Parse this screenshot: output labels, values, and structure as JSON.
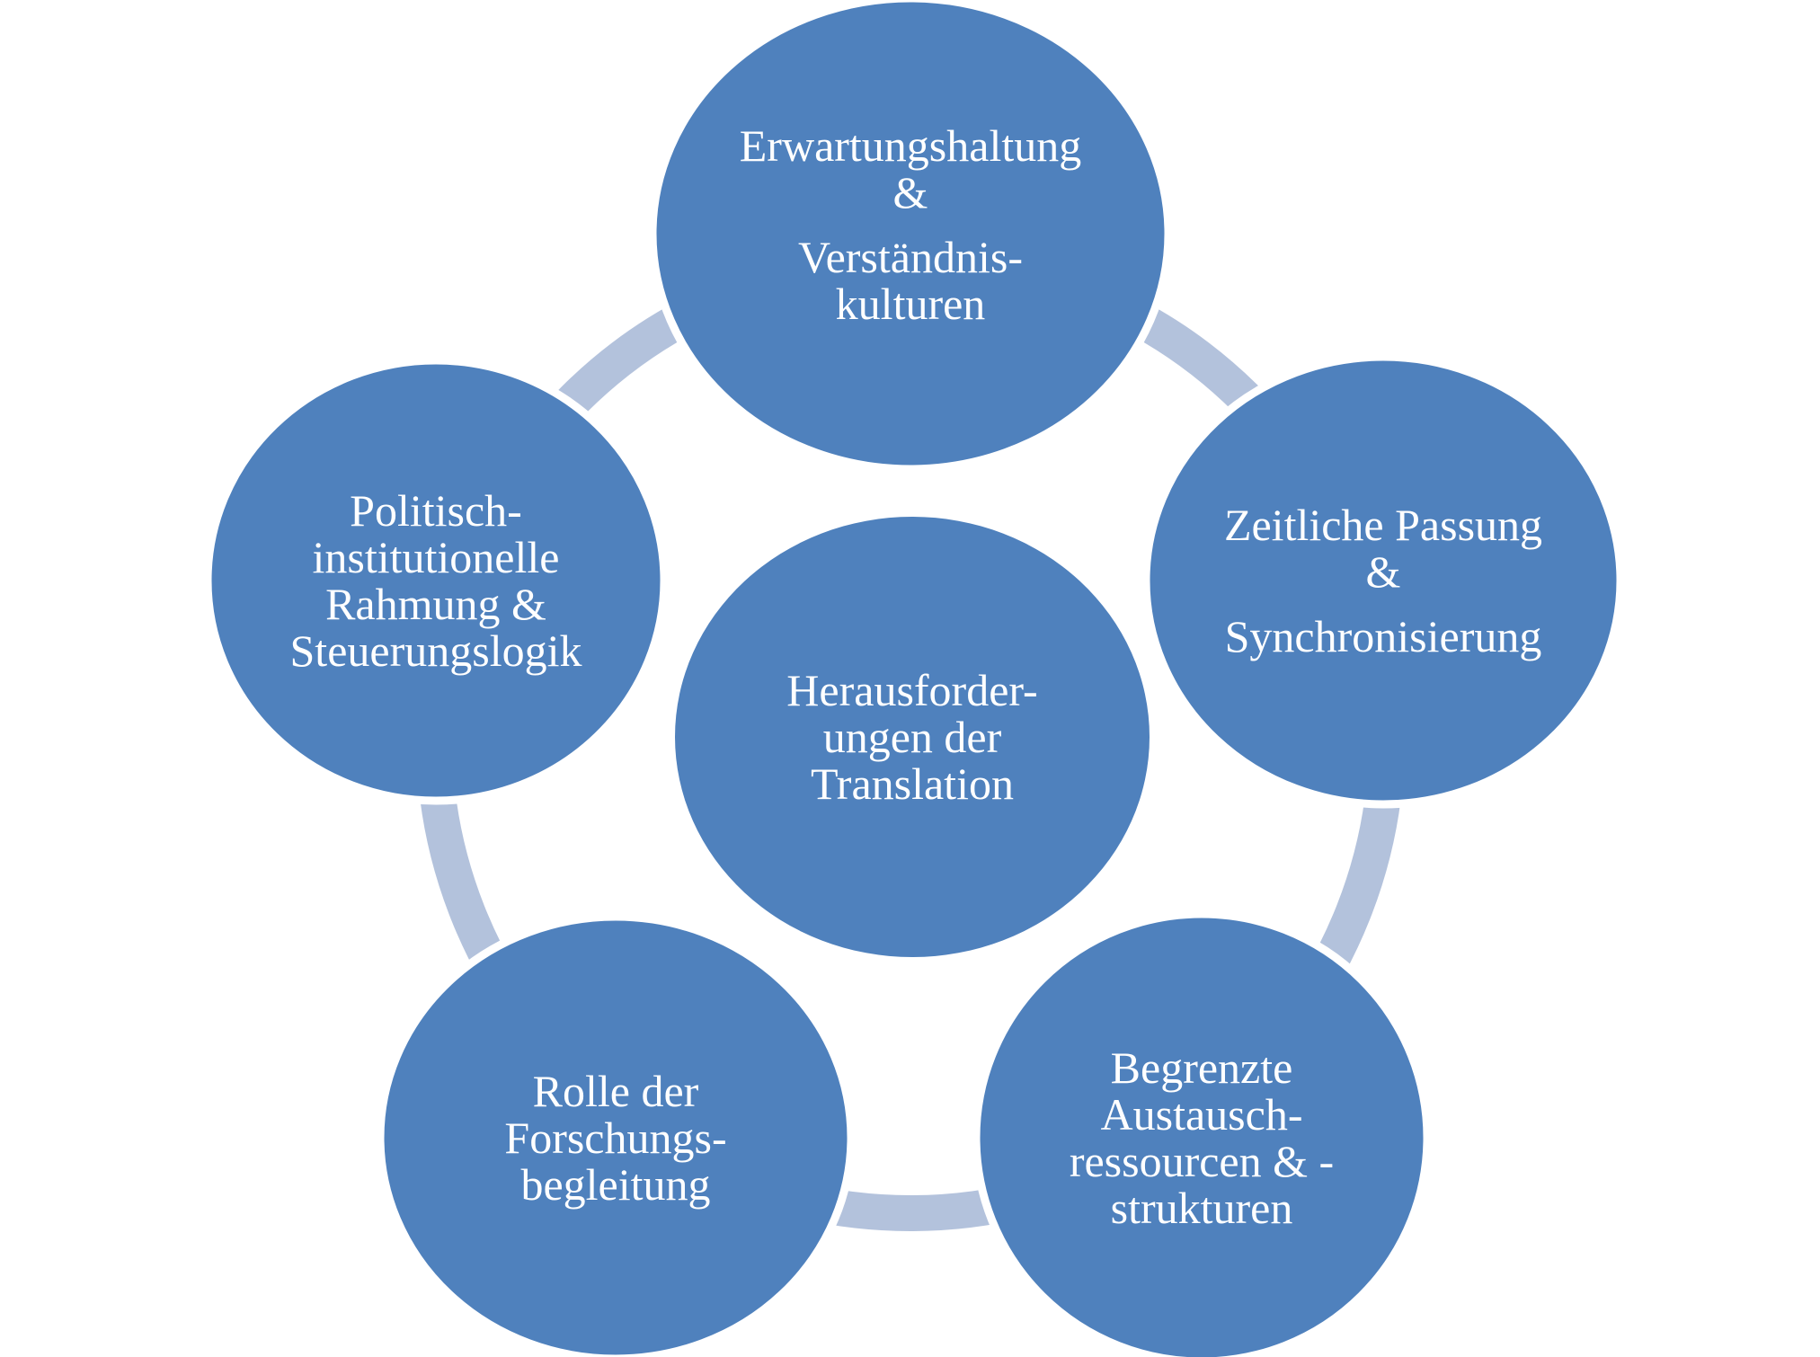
{
  "colors": {
    "node": "#4f81bd",
    "ring": "#b3c2dc",
    "text": "#ffffff"
  },
  "center": {
    "lines": [
      "Herausforder-",
      "ungen der",
      "Translation"
    ]
  },
  "nodes": [
    {
      "id": "top",
      "lines": [
        "Erwartungshaltung",
        "&",
        "Verständnis-",
        "kulturen"
      ]
    },
    {
      "id": "right",
      "lines": [
        "Zeitliche Passung",
        "&",
        "Synchronisierung"
      ]
    },
    {
      "id": "bottom-right",
      "lines": [
        "Begrenzte",
        "Austausch-",
        "ressourcen & -",
        "strukturen"
      ]
    },
    {
      "id": "bottom-left",
      "lines": [
        "Rolle der",
        "Forschungs-",
        "begleitung"
      ]
    },
    {
      "id": "left",
      "lines": [
        "Politisch-",
        "institutionelle",
        "Rahmung &",
        "Steuerungslogik"
      ]
    }
  ]
}
